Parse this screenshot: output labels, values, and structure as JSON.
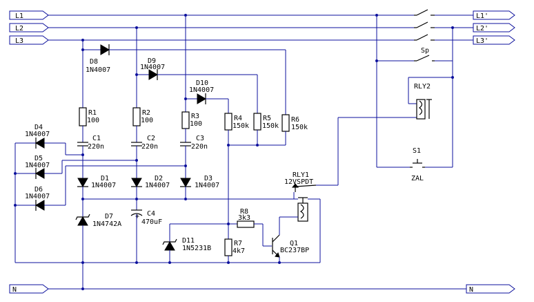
{
  "rails": {
    "L1": "L1",
    "L2": "L2",
    "L3": "L3",
    "L1_out": "L1'",
    "L2_out": "L2'",
    "L3_out": "L3'",
    "N_in": "N",
    "N_out": "N"
  },
  "components": {
    "D8": {
      "ref": "D8",
      "value": "1N4007"
    },
    "D9": {
      "ref": "D9",
      "value": "1N4007"
    },
    "D10": {
      "ref": "D10",
      "value": "1N4007"
    },
    "R1": {
      "ref": "R1",
      "value": "100"
    },
    "R2": {
      "ref": "R2",
      "value": "100"
    },
    "R3": {
      "ref": "R3",
      "value": "100"
    },
    "R4": {
      "ref": "R4",
      "value": "150k"
    },
    "R5": {
      "ref": "R5",
      "value": "150k"
    },
    "R6": {
      "ref": "R6",
      "value": "150k"
    },
    "C1": {
      "ref": "C1",
      "value": "220n"
    },
    "C2": {
      "ref": "C2",
      "value": "220n"
    },
    "C3": {
      "ref": "C3",
      "value": "220n"
    },
    "D4": {
      "ref": "D4",
      "value": "1N4007"
    },
    "D5": {
      "ref": "D5",
      "value": "1N4007"
    },
    "D6": {
      "ref": "D6",
      "value": "1N4007"
    },
    "D1": {
      "ref": "D1",
      "value": "1N4007"
    },
    "D2": {
      "ref": "D2",
      "value": "1N4007"
    },
    "D3": {
      "ref": "D3",
      "value": "1N4007"
    },
    "D7": {
      "ref": "D7",
      "value": "1N4742A"
    },
    "C4": {
      "ref": "C4",
      "value": "470uF"
    },
    "D11": {
      "ref": "D11",
      "value": "1N5231B"
    },
    "R7": {
      "ref": "R7",
      "value": "4k7"
    },
    "R8": {
      "ref": "R8",
      "value": "3k3"
    },
    "Q1": {
      "ref": "Q1",
      "value": "BC237BP"
    },
    "RLY1": {
      "ref": "RLY1",
      "value": "12VSPDT"
    },
    "RLY2": {
      "ref": "RLY2"
    },
    "Sp": {
      "ref": "Sp"
    },
    "S1": {
      "ref": "S1",
      "value": "ZAL"
    }
  },
  "colors": {
    "wire": "#0b0f9c",
    "symbol": "#000000",
    "background": "#ffffff"
  }
}
